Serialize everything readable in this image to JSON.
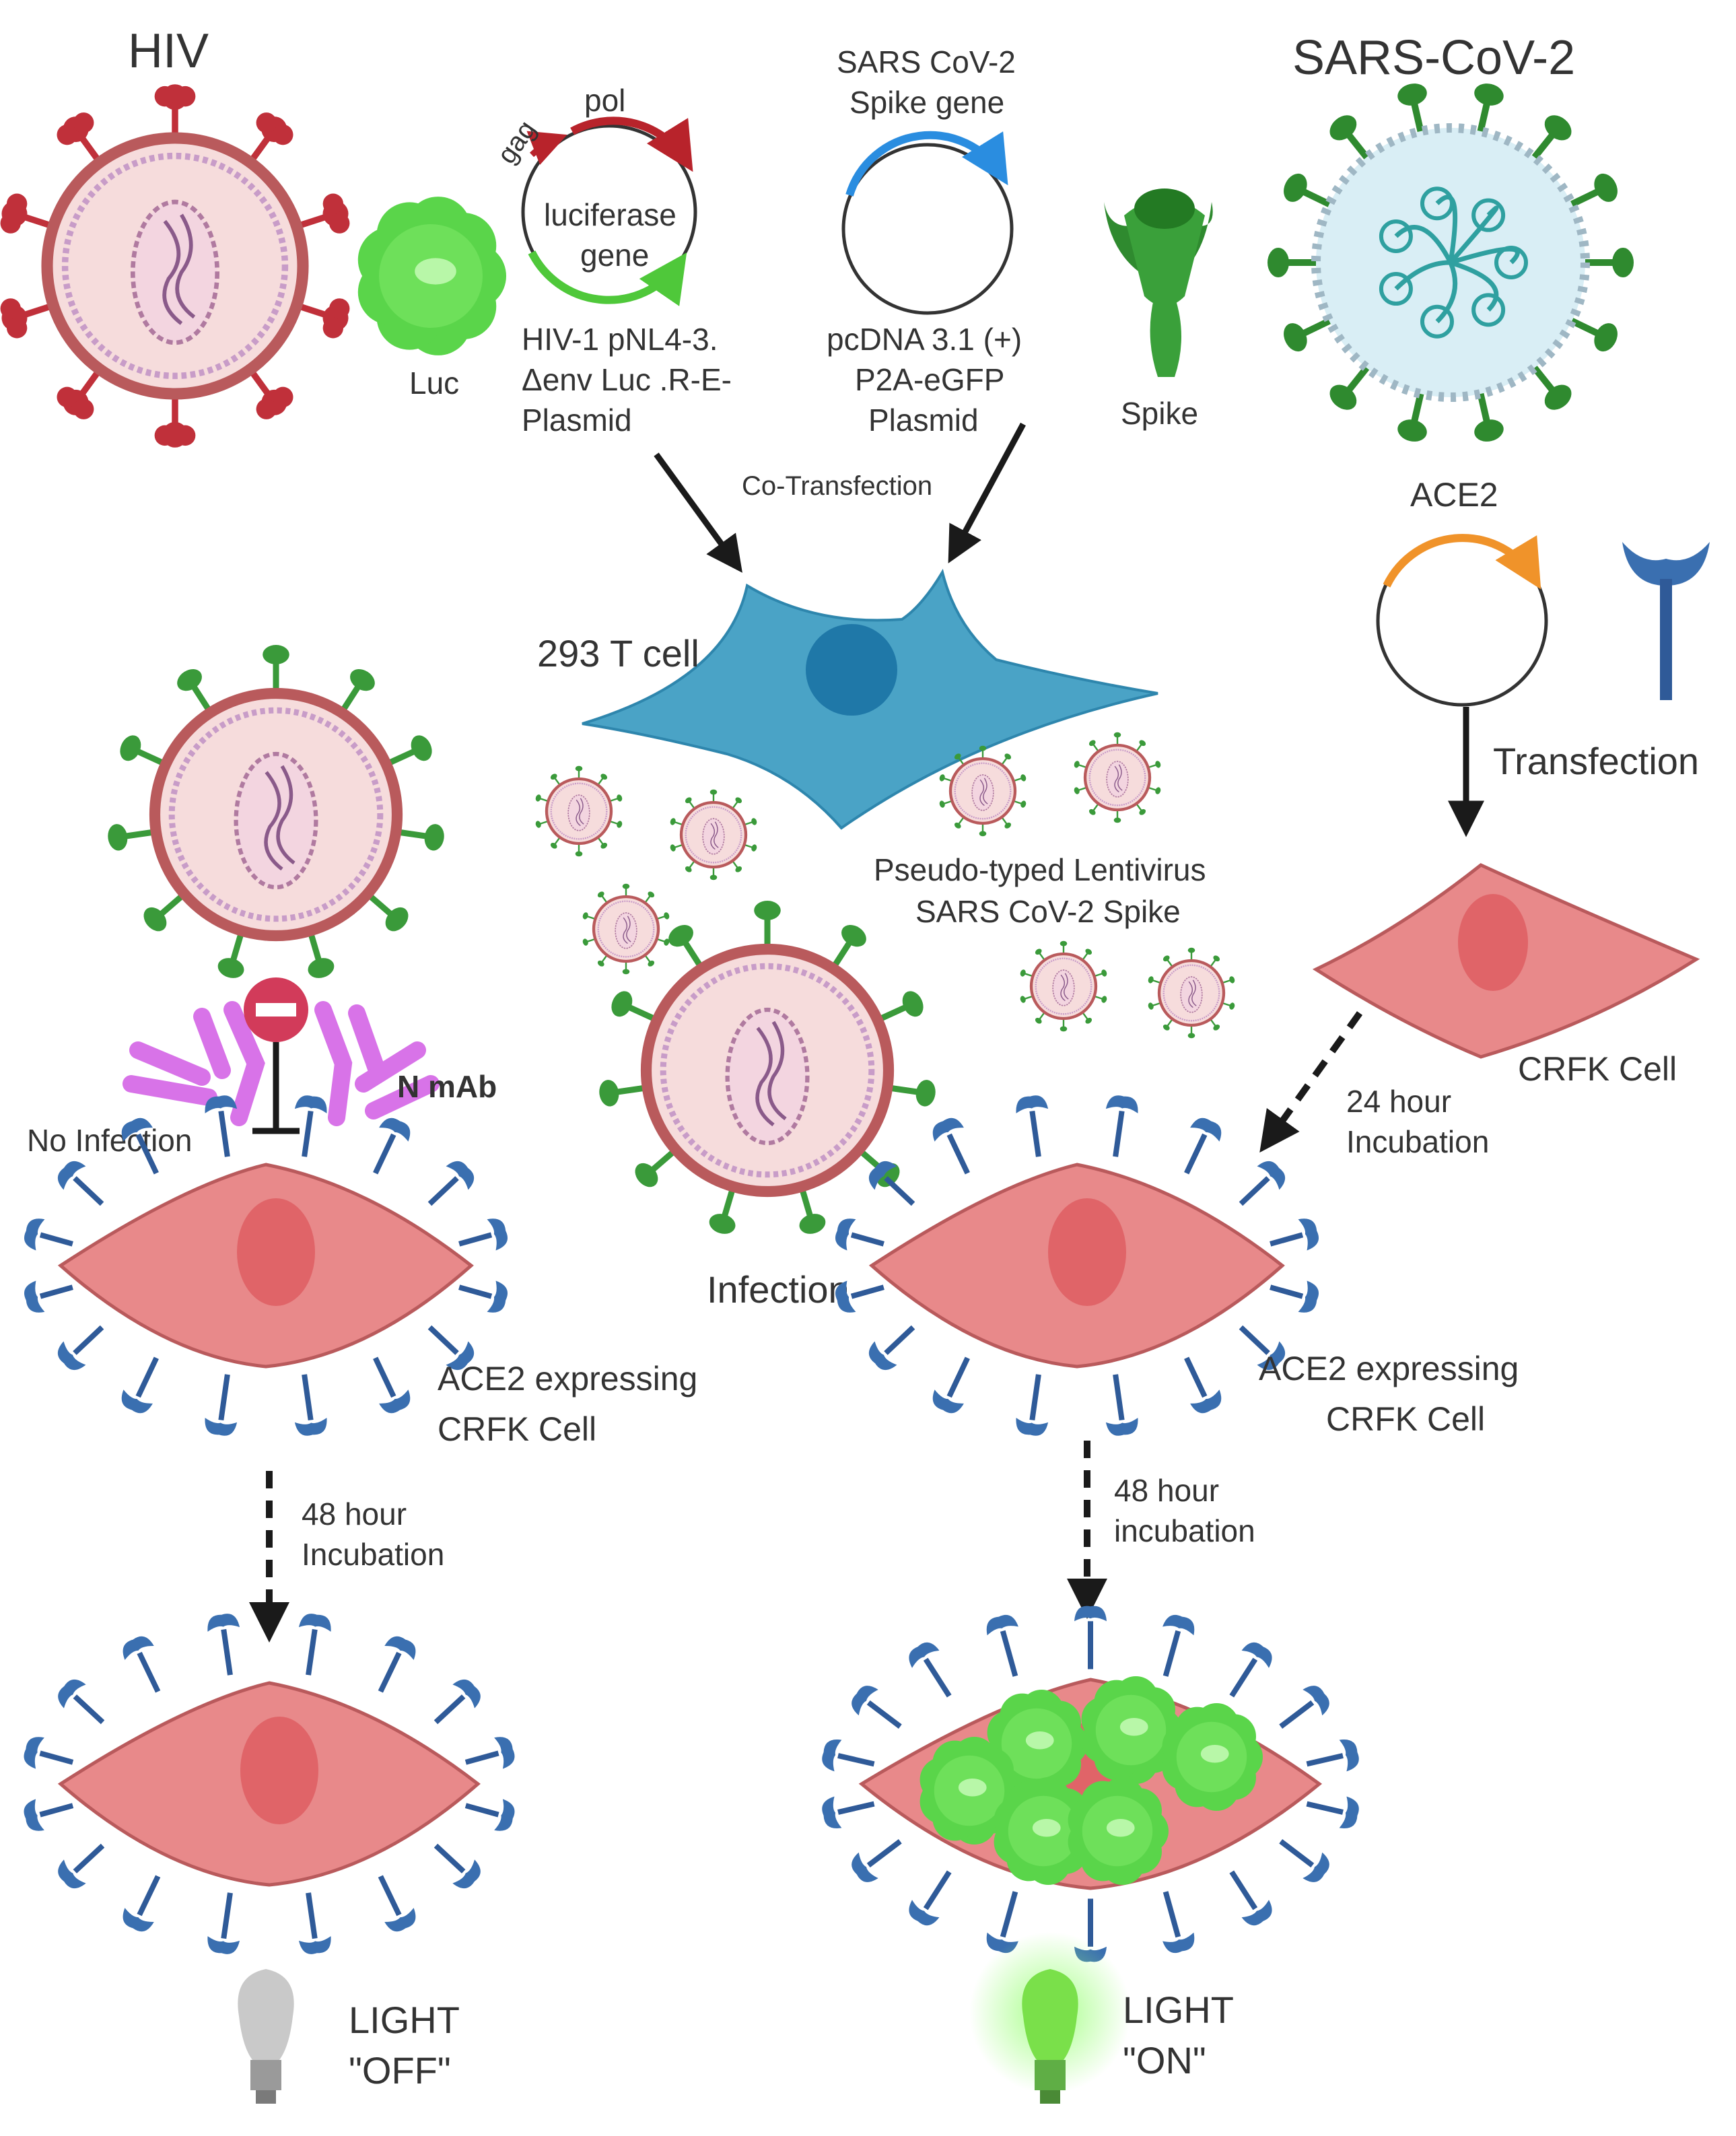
{
  "titles": {
    "hiv": "HIV",
    "sars": "SARS-CoV-2"
  },
  "top": {
    "luc": "Luc",
    "gag": "gag",
    "pol": "pol",
    "luciferase_1": "luciferase",
    "luciferase_2": "gene",
    "hiv_plasmid_1": "HIV-1 pNL4-3.",
    "hiv_plasmid_2": "Δenv Luc .R-E-",
    "hiv_plasmid_3": "Plasmid",
    "spike_gene_1": "SARS CoV-2",
    "spike_gene_2": "Spike gene",
    "pcdna_1": "pcDNA 3.1 (+)",
    "pcdna_2": "P2A-eGFP",
    "pcdna_3": "Plasmid",
    "spike": "Spike",
    "cotransfection": "Co-Transfection"
  },
  "middle": {
    "cell_293t": "293 T cell",
    "pseudo_1": "Pseudo-typed Lentivirus",
    "pseudo_2": "SARS CoV-2 Spike",
    "infection": "Infection",
    "no_infection": "No Infection",
    "nmab": "N mAb"
  },
  "right": {
    "ace2": "ACE2",
    "transfection": "Transfection",
    "crfk": "CRFK Cell",
    "incub24_1": "24 hour",
    "incub24_2": "Incubation"
  },
  "lower": {
    "ace2_left_1": "ACE2 expressing",
    "ace2_left_2": "CRFK Cell",
    "ace2_right_1": "ACE2 expressing",
    "ace2_right_2": "CRFK Cell",
    "incub48_left_1": "48 hour",
    "incub48_left_2": "Incubation",
    "incub48_right_1": "48 hour",
    "incub48_right_2": "incubation"
  },
  "bottom": {
    "light_off_1": "LIGHT",
    "light_off_2": "\"OFF\"",
    "light_on_1": "LIGHT",
    "light_on_2": "\"ON\""
  },
  "colors": {
    "virus_membrane": "#b95a5c",
    "cell_pink": "#e8898a",
    "cell_nucleus": "#e06468",
    "cell_293t": "#4aa3c6",
    "spike_green": "#3a9a3a",
    "receptor_blue": "#3a6fb0",
    "luciferase_green": "#5ad54a",
    "antibody_magenta": "#d873e8",
    "block_red": "#d23b5a",
    "spike_gene_blue": "#2a8de0",
    "ace2_orange": "#f0932a"
  }
}
